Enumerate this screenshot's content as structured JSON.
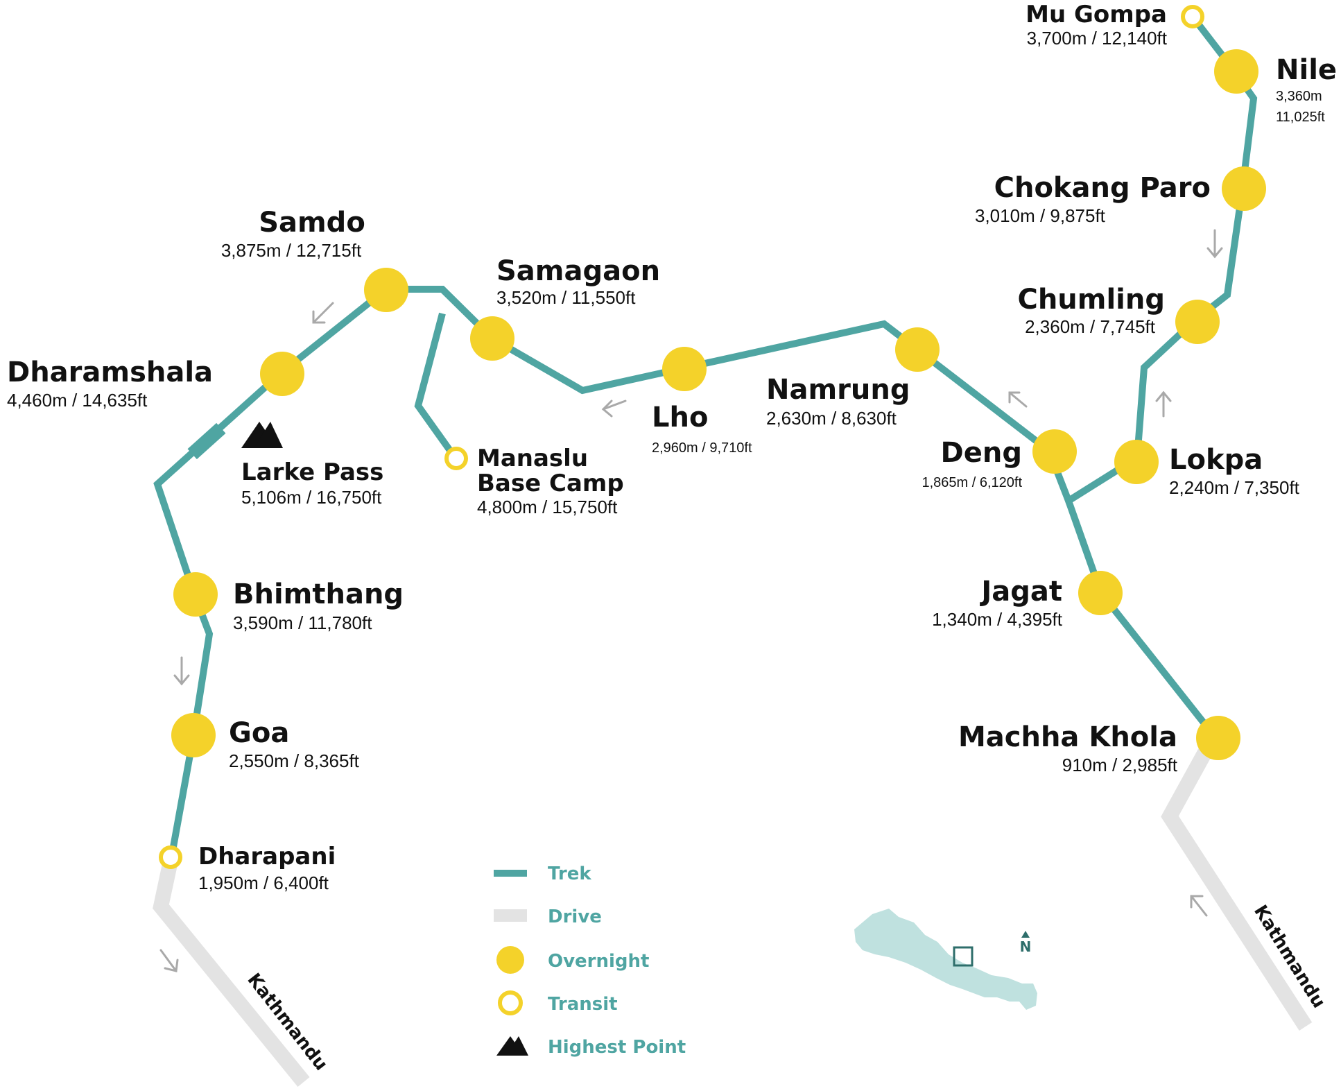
{
  "colors": {
    "trek": "#4fa5a2",
    "drive": "#e3e3e3",
    "overnight": "#f4d22a",
    "transit_ring": "#f4d22a",
    "text": "#111111",
    "legend_text": "#4fa5a2",
    "nepal_fill": "#bfe1df",
    "arrow": "#a9a9a9"
  },
  "stops": {
    "mu_gompa": {
      "name": "Mu Gompa",
      "alt": "3,700m / 12,140ft",
      "type": "transit"
    },
    "nile": {
      "name": "Nile",
      "alt_m": "3,360m",
      "alt_ft": "11,025ft",
      "type": "overnight"
    },
    "chokang_paro": {
      "name": "Chokang Paro",
      "alt": "3,010m / 9,875ft",
      "type": "overnight"
    },
    "chumling": {
      "name": "Chumling",
      "alt": "2,360m / 7,745ft",
      "type": "overnight"
    },
    "lokpa": {
      "name": "Lokpa",
      "alt": "2,240m / 7,350ft",
      "type": "overnight"
    },
    "deng": {
      "name": "Deng",
      "alt": "1,865m / 6,120ft",
      "type": "overnight"
    },
    "namrung": {
      "name": "Namrung",
      "alt": "2,630m / 8,630ft",
      "type": "overnight"
    },
    "lho": {
      "name": "Lho",
      "alt": "2,960m / 9,710ft",
      "type": "overnight"
    },
    "samagaon": {
      "name": "Samagaon",
      "alt": "3,520m / 11,550ft",
      "type": "overnight"
    },
    "samdo": {
      "name": "Samdo",
      "alt": "3,875m / 12,715ft",
      "type": "overnight"
    },
    "dharamshala": {
      "name": "Dharamshala",
      "alt": "4,460m / 14,635ft",
      "type": "overnight"
    },
    "larke_pass": {
      "name": "Larke Pass",
      "alt": "5,106m / 16,750ft",
      "type": "highest"
    },
    "manaslu_base_camp": {
      "name_line1": "Manaslu",
      "name_line2": "Base Camp",
      "alt": "4,800m / 15,750ft",
      "type": "transit"
    },
    "bhimthang": {
      "name": "Bhimthang",
      "alt": "3,590m / 11,780ft",
      "type": "overnight"
    },
    "goa": {
      "name": "Goa",
      "alt": "2,550m / 8,365ft",
      "type": "overnight"
    },
    "dharapani": {
      "name": "Dharapani",
      "alt": "1,950m / 6,400ft",
      "type": "transit"
    },
    "jagat": {
      "name": "Jagat",
      "alt": "1,340m / 4,395ft",
      "type": "overnight"
    },
    "machha_khola": {
      "name": "Machha Khola",
      "alt": "910m / 2,985ft",
      "type": "overnight"
    }
  },
  "roads": {
    "left": "Kathmandu",
    "right": "Kathmandu"
  },
  "legend": {
    "trek": "Trek",
    "drive": "Drive",
    "overnight": "Overnight",
    "transit": "Transit",
    "highest": "Highest Point"
  },
  "inset": {
    "north_label": "N"
  }
}
